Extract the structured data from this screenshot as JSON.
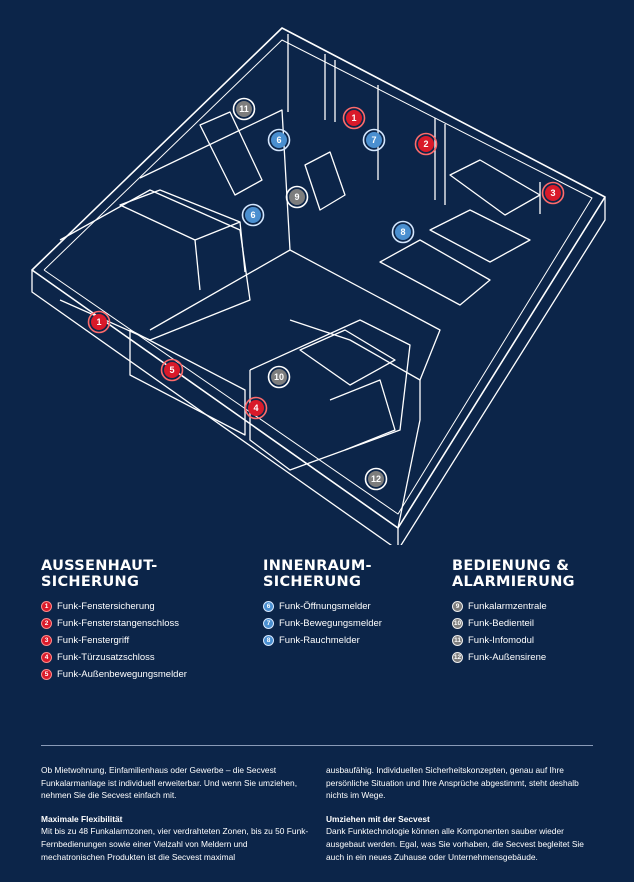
{
  "floorplan": {
    "markers": [
      {
        "number": "1",
        "type": "red"
      },
      {
        "number": "1",
        "type": "red"
      },
      {
        "number": "2",
        "type": "red"
      },
      {
        "number": "3",
        "type": "red"
      },
      {
        "number": "4",
        "type": "red"
      },
      {
        "number": "5",
        "type": "red"
      },
      {
        "number": "6",
        "type": "blue"
      },
      {
        "number": "6",
        "type": "blue"
      },
      {
        "number": "7",
        "type": "blue"
      },
      {
        "number": "8",
        "type": "blue"
      },
      {
        "number": "9",
        "type": "grey"
      },
      {
        "number": "10",
        "type": "grey"
      },
      {
        "number": "11",
        "type": "grey"
      },
      {
        "number": "12",
        "type": "grey"
      }
    ]
  },
  "legend": {
    "aussen": {
      "title": "AUSSENHAUT-\nSICHERUNG",
      "items": [
        {
          "num": "1",
          "label": "Funk-Fenstersicherung"
        },
        {
          "num": "2",
          "label": "Funk-Fensterstangenschloss"
        },
        {
          "num": "3",
          "label": "Funk-Fenstergriff"
        },
        {
          "num": "4",
          "label": "Funk-Türzusatzschloss"
        },
        {
          "num": "5",
          "label": "Funk-Außenbewegungsmelder"
        }
      ]
    },
    "innen": {
      "title": "INNENRAUM-\nSICHERUNG",
      "items": [
        {
          "num": "6",
          "label": "Funk-Öffnungsmelder"
        },
        {
          "num": "7",
          "label": "Funk-Bewegungsmelder"
        },
        {
          "num": "8",
          "label": "Funk-Rauchmelder"
        }
      ]
    },
    "bedienung": {
      "title": "BEDIENUNG &\nALARMIERUNG",
      "items": [
        {
          "num": "9",
          "label": "Funkalarmzentrale"
        },
        {
          "num": "10",
          "label": "Funk-Bedienteil"
        },
        {
          "num": "11",
          "label": "Funk-Infomodul"
        },
        {
          "num": "12",
          "label": "Funk-Außensirene"
        }
      ]
    }
  },
  "text": {
    "left_p1": "Ob Mietwohnung, Einfamilienhaus oder Gewerbe – die Secvest Funkalarmanlage ist individuell erweiterbar. Und wenn Sie umziehen, nehmen Sie die Secvest einfach mit.",
    "left_h2": "Maximale Flexibilität",
    "left_p2": "Mit bis zu 48 Funkalarmzonen, vier verdrahteten Zonen, bis zu 50 Funk-Fernbedienungen sowie einer Vielzahl von Meldern und mechatronischen Produkten ist die Secvest maximal",
    "right_p1": "ausbaufähig. Individuellen Sicherheitskonzepten, genau auf Ihre persönliche Situation und Ihre Ansprüche abgestimmt, steht deshalb nichts im Wege.",
    "right_h2": "Umziehen mit der Secvest",
    "right_p2": "Dank Funktechnologie können alle Komponenten sauber wieder ausgebaut werden. Egal, was Sie vorhaben, die Secvest begleitet Sie auch in ein neues Zuhause oder Unternehmensgebäude."
  },
  "colors": {
    "background": "#0c2549",
    "red": "#d91a2a",
    "blue": "#4a8fd0",
    "grey": "#7d7d7d"
  }
}
